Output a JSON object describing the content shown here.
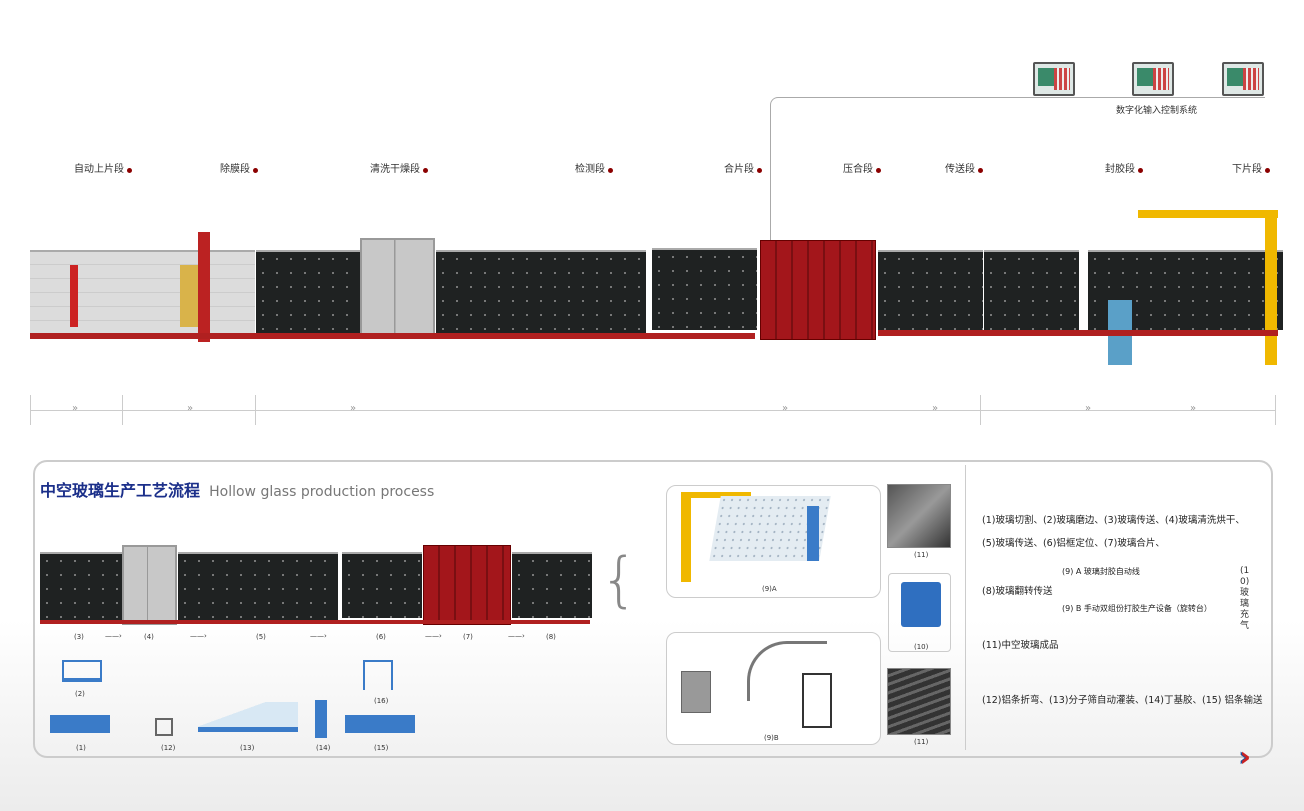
{
  "control_system": {
    "label": "数字化输入控制系统"
  },
  "sections": [
    "自动上片段",
    "除膜段",
    "清洗干燥段",
    "检测段",
    "合片段",
    "压合段",
    "传送段",
    "封胶段",
    "下片段"
  ],
  "process": {
    "title_cn": "中空玻璃生产工艺流程",
    "title_en": "Hollow glass production process"
  },
  "line_labels": [
    "(3)",
    "(4)",
    "(5)",
    "(6)",
    "(7)",
    "(8)"
  ],
  "equipment_labels": {
    "e1": "(1)",
    "e2": "(2)",
    "e12": "(12)",
    "e13": "(13)",
    "e14": "(14)",
    "e15": "(15)",
    "e16": "(16)",
    "e9a": "(9)A",
    "e9b": "(9)B",
    "e10": "(10)",
    "e11a": "(11)",
    "e11b": "(11)"
  },
  "steps": {
    "line1": "(1)玻璃切割、(2)玻璃磨边、(3)玻璃传送、(4)玻璃清洗烘干、",
    "line2": "(5)玻璃传送、(6)铝框定位、(7)玻璃合片、",
    "line3": "(8)玻璃翻转传送",
    "line3a": "(9) A 玻璃封胶自动线",
    "line3b": "(9) B 手动双组份打胶生产设备（旋转台）",
    "line3c": "(10) 玻璃充气",
    "line4": "(11)中空玻璃成品",
    "line5": "(12)铝条折弯、(13)分子筛自动灌装、(14)丁基胶、(15) 铝条输送"
  }
}
